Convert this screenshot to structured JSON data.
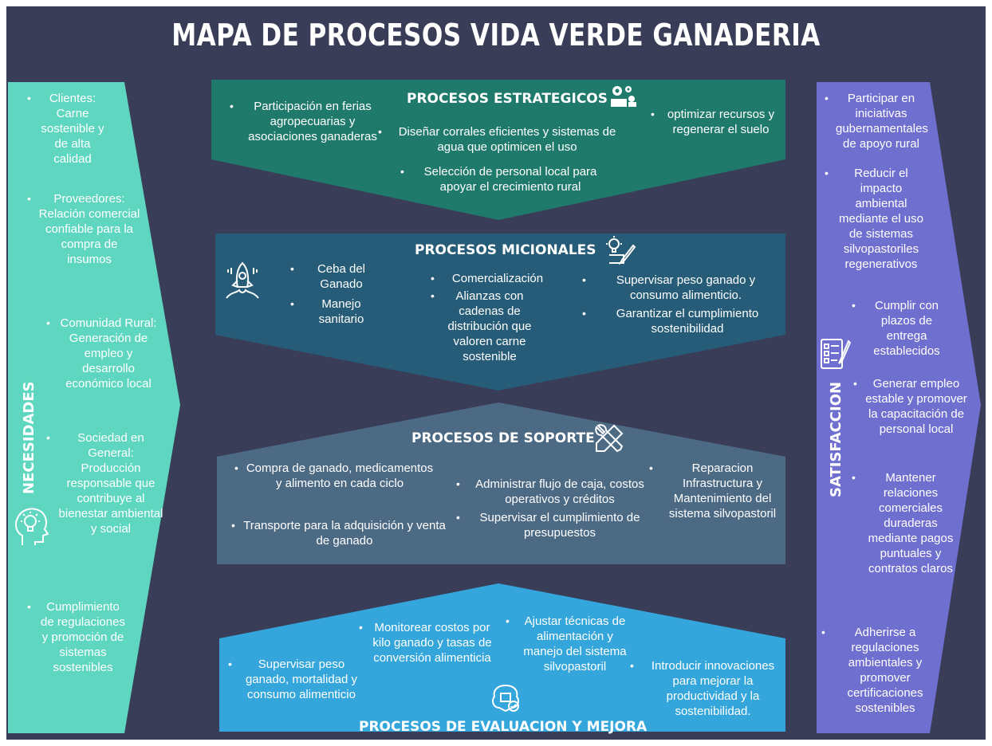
{
  "title": "MAPA DE PROCESOS VIDA VERDE GANADERIA",
  "colors": {
    "background": "#3a3d57",
    "necesidades": "#5fd6c0",
    "satisfaccion": "#6f6fcf",
    "estrategicos": "#1f7a6c",
    "misionales": "#265c77",
    "soporte": "#4d6a85",
    "evaluacion": "#34a6db"
  },
  "necesidades": {
    "label": "NECESIDADES",
    "items": [
      "Clientes: Carne sostenible y de alta calidad",
      "Proveedores: Relación comercial confiable para la compra de insumos",
      "Comunidad Rural: Generación de empleo y desarrollo económico local",
      "Sociedad en General: Producción responsable que contribuye al bienestar ambiental y social",
      "Cumplimiento de regulaciones y promoción de sistemas sostenibles"
    ],
    "icon": "lightbulb-head-icon"
  },
  "satisfaccion": {
    "label": "SATISFACCION",
    "items": [
      "Participar en iniciativas gubernamentales de apoyo rural",
      "Reducir el impacto ambiental mediante el uso de sistemas silvopastoriles regenerativos",
      "Cumplir con plazos de entrega establecidos",
      "Generar empleo estable y promover la capacitación de personal local",
      "Mantener relaciones comerciales duraderas mediante pagos puntuales y contratos claros",
      "Adherirse a regulaciones ambientales y promover certificaciones sostenibles"
    ],
    "icon": "checklist-icon"
  },
  "estrategicos": {
    "title": "PROCESOS ESTRATEGICOS",
    "items": [
      "Participación en ferias agropecuarias y asociaciones ganaderas",
      "Diseñar corrales eficientes y sistemas de agua que optimicen el uso",
      "Selección de personal local para apoyar el crecimiento rural",
      "optimizar recursos y regenerar el suelo"
    ],
    "icon": "gears-person-icon"
  },
  "misionales": {
    "title": "PROCESOS MICIONALES",
    "items": [
      "Ceba del Ganado",
      "Manejo sanitario",
      "Comercialización",
      "Alianzas con cadenas de distribución que valoren carne sostenible",
      "Supervisar peso ganado y consumo alimenticio.",
      "Garantizar el cumplimiento sostenibilidad"
    ],
    "icon": "idea-pencil-icon",
    "left_icon": "rocket-icon"
  },
  "soporte": {
    "title": "PROCESOS DE SOPORTE",
    "items": [
      "Compra de ganado, medicamentos y alimento en cada ciclo",
      "Transporte para la adquisición y venta de ganado",
      "Administrar flujo de caja, costos operativos y créditos",
      "Supervisar el cumplimiento de presupuestos",
      "Reparacion Infrastructura y Mantenimiento del sistema silvopastoril"
    ],
    "icon": "tools-icon"
  },
  "evaluacion": {
    "title": "PROCESOS DE EVALUACION Y MEJORA",
    "items": [
      "Supervisar peso ganado, mortalidad y consumo alimenticio",
      "Monitorear costos por kilo ganado y tasas de conversión alimenticia",
      "Ajustar técnicas de alimentación y manejo del sistema silvopastoril",
      "Introducir innovaciones para mejorar la productividad y la sostenibilidad."
    ],
    "icon": "brain-chip-icon"
  }
}
